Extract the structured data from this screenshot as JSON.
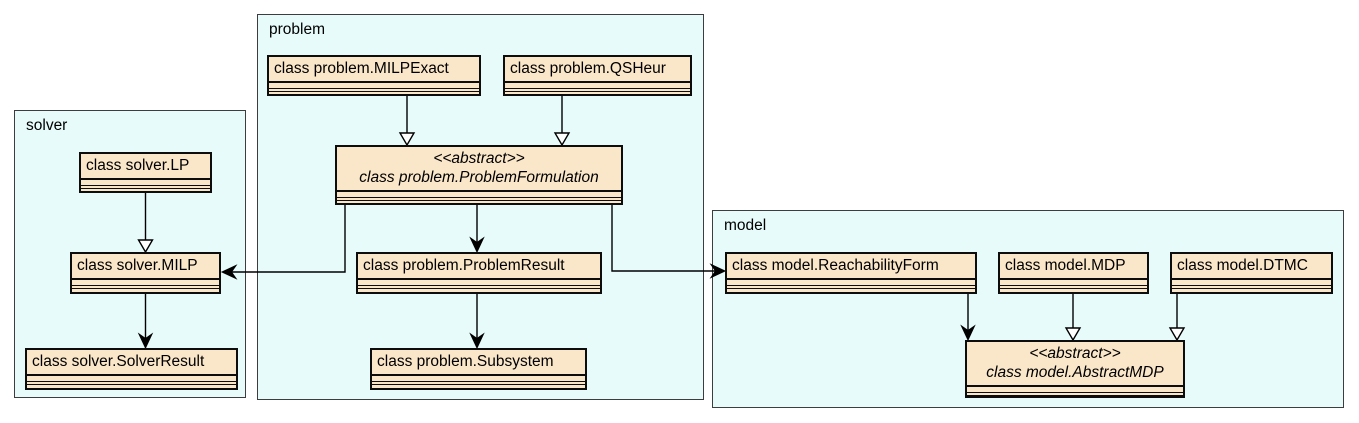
{
  "colors": {
    "package_fill": "#e6fbfa",
    "class_fill": "#fae6c8",
    "border": "#0d0d0d",
    "package_border": "#3d3d3d",
    "edge": "#000000"
  },
  "packages": [
    {
      "name": "solver",
      "classes": [
        {
          "label": "class solver.LP"
        },
        {
          "label": "class solver.MILP"
        },
        {
          "label": "class solver.SolverResult"
        }
      ]
    },
    {
      "name": "problem",
      "classes": [
        {
          "label": "class problem.MILPExact"
        },
        {
          "label": "class problem.QSHeur"
        },
        {
          "stereotype": "<<abstract>>",
          "label": "class problem.ProblemFormulation"
        },
        {
          "label": "class problem.ProblemResult"
        },
        {
          "label": "class problem.Subsystem"
        }
      ]
    },
    {
      "name": "model",
      "classes": [
        {
          "label": "class model.ReachabilityForm"
        },
        {
          "label": "class model.MDP"
        },
        {
          "label": "class model.DTMC"
        },
        {
          "stereotype": "<<abstract>>",
          "label": "class model.AbstractMDP"
        }
      ]
    }
  ],
  "relations": [
    {
      "from": "class solver.LP",
      "to": "class solver.MILP",
      "arrowhead": "hollow-triangle"
    },
    {
      "from": "class solver.MILP",
      "to": "class solver.SolverResult",
      "arrowhead": "solid-vee"
    },
    {
      "from": "class problem.MILPExact",
      "to": "class problem.ProblemFormulation",
      "arrowhead": "hollow-triangle"
    },
    {
      "from": "class problem.QSHeur",
      "to": "class problem.ProblemFormulation",
      "arrowhead": "hollow-triangle"
    },
    {
      "from": "class problem.ProblemFormulation",
      "to": "class problem.ProblemResult",
      "arrowhead": "solid-vee"
    },
    {
      "from": "class problem.ProblemFormulation",
      "to": "class solver.MILP",
      "arrowhead": "solid-vee"
    },
    {
      "from": "class problem.ProblemFormulation",
      "to": "class model.ReachabilityForm",
      "arrowhead": "solid-vee"
    },
    {
      "from": "class problem.ProblemResult",
      "to": "class problem.Subsystem",
      "arrowhead": "solid-vee"
    },
    {
      "from": "class model.ReachabilityForm",
      "to": "class model.AbstractMDP",
      "arrowhead": "solid-vee"
    },
    {
      "from": "class model.MDP",
      "to": "class model.AbstractMDP",
      "arrowhead": "hollow-triangle"
    },
    {
      "from": "class model.DTMC",
      "to": "class model.AbstractMDP",
      "arrowhead": "hollow-triangle"
    }
  ]
}
